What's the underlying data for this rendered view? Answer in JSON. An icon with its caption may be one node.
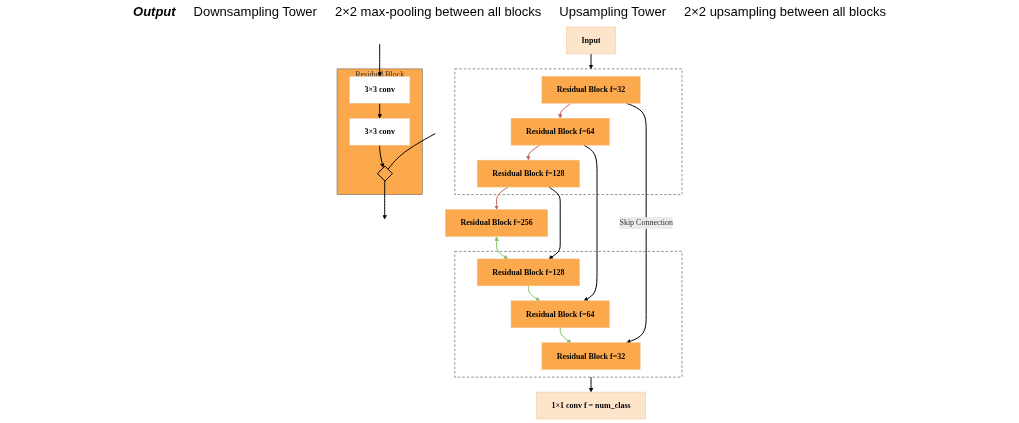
{
  "diagram": {
    "nodes": [
      {
        "text": [
          "Input"
        ]
      },
      {
        "text": [],
        "shape": "box"
      },
      {
        "text": [
          "Residual Block f=32"
        ],
        "in": 1
      },
      {
        "text": [
          "Residual Block f=64"
        ],
        "in": 1
      },
      {
        "text": [
          "Residual Block f=128"
        ],
        "in": 1
      },
      {
        "text": [
          "Residual Block f=256"
        ]
      },
      {
        "text": [],
        "shape": "box"
      },
      {
        "text": [
          "Residual Block f=32"
        ],
        "in": 6
      },
      {
        "text": [
          "Residual Block f=64"
        ],
        "in": 6
      },
      {
        "text": [
          "Residual Block f=128"
        ],
        "in": 6
      },
      {
        "text": [
          "1×1 conv f = num_class"
        ]
      },
      {
        "text": [
          "Residual Block"
        ]
      },
      {
        "text": [
          "3×3 conv"
        ],
        "in": 11
      },
      {
        "text": [
          "3×3 conv"
        ],
        "in": 11
      },
      {
        "text": [],
        "shape": "diamond",
        "in": 11
      }
    ],
    "edges": [
      {
        "from": 0,
        "to": 1,
        "arrow": "to"
      },
      {
        "from": 2,
        "to": 3,
        "arrow": "to",
        "color": "#c0605a"
      },
      {
        "from": 3,
        "to": 4,
        "arrow": "to",
        "color": "#c0605a"
      },
      {
        "from": 4,
        "to": 5,
        "arrow": "to",
        "color": "#c0605a"
      },
      {
        "from": 2,
        "to": 7,
        "arrow": "to",
        "label": "Skip Connection"
      },
      {
        "from": 3,
        "to": 8,
        "arrow": "to"
      },
      {
        "from": 4,
        "to": 9,
        "arrow": "to"
      },
      {
        "from": 5,
        "to": 9,
        "arrow": "both",
        "color": "#7fbf5f"
      },
      {
        "from": 9,
        "to": 8,
        "arrow": "to",
        "color": "#7fbf5f"
      },
      {
        "from": 8,
        "to": 7,
        "arrow": "to",
        "color": "#7fbf5f"
      },
      {
        "from": 6,
        "to": 10,
        "arrow": "to"
      },
      {
        "from": null,
        "to": 12,
        "arrow": "to"
      },
      {
        "from": null,
        "to": 14,
        "arrow": "none"
      },
      {
        "from": 12,
        "to": 13,
        "arrow": "to"
      },
      {
        "from": 13,
        "to": 14,
        "arrow": "to"
      },
      {
        "from": 14,
        "to": null,
        "arrow": "to"
      }
    ],
    "labels": [
      "Output",
      "Downsampling Tower",
      "2×2 max-pooling between all blocks",
      "Upsampling Tower",
      "2×2 upsampling between all blocks"
    ]
  }
}
